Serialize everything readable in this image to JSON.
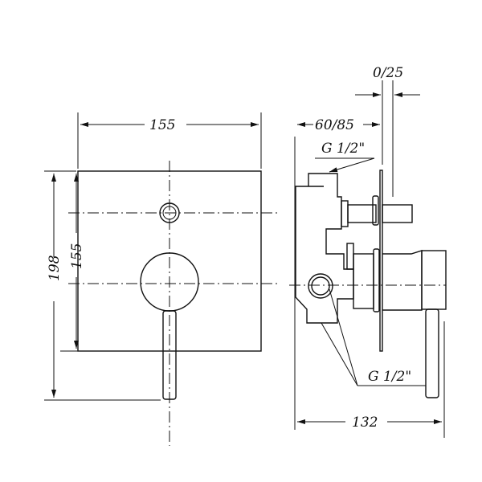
{
  "front_view": {
    "width_label": "155",
    "height_outer_label": "198",
    "height_inner_label": "155"
  },
  "side_view": {
    "depth_label": "60/85",
    "offset_label": "0/25",
    "top_thread_label": "G 1/2\"",
    "bottom_thread_label": "G 1/2\"",
    "total_depth_label": "132"
  }
}
